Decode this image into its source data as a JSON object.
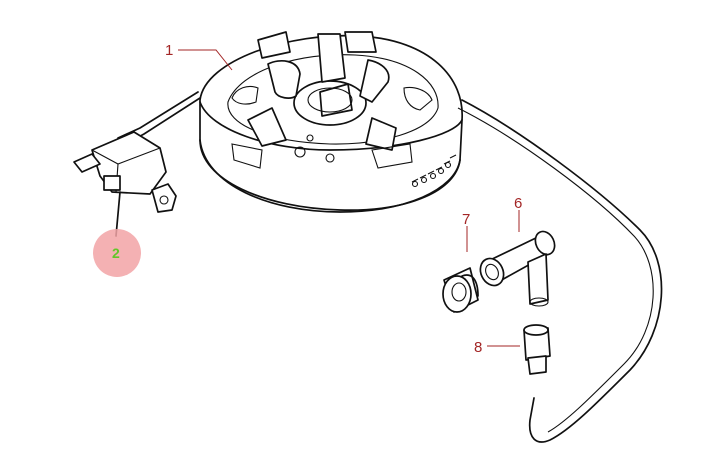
{
  "callouts": {
    "c1": "1",
    "c2": "2",
    "c6": "6",
    "c7": "7",
    "c8": "8"
  },
  "colors": {
    "callout_text": "#a32626",
    "highlight_circle": "#f2a3a6",
    "highlight_text": "#62c629",
    "line_art": "#111111"
  },
  "highlighted_part": "2"
}
